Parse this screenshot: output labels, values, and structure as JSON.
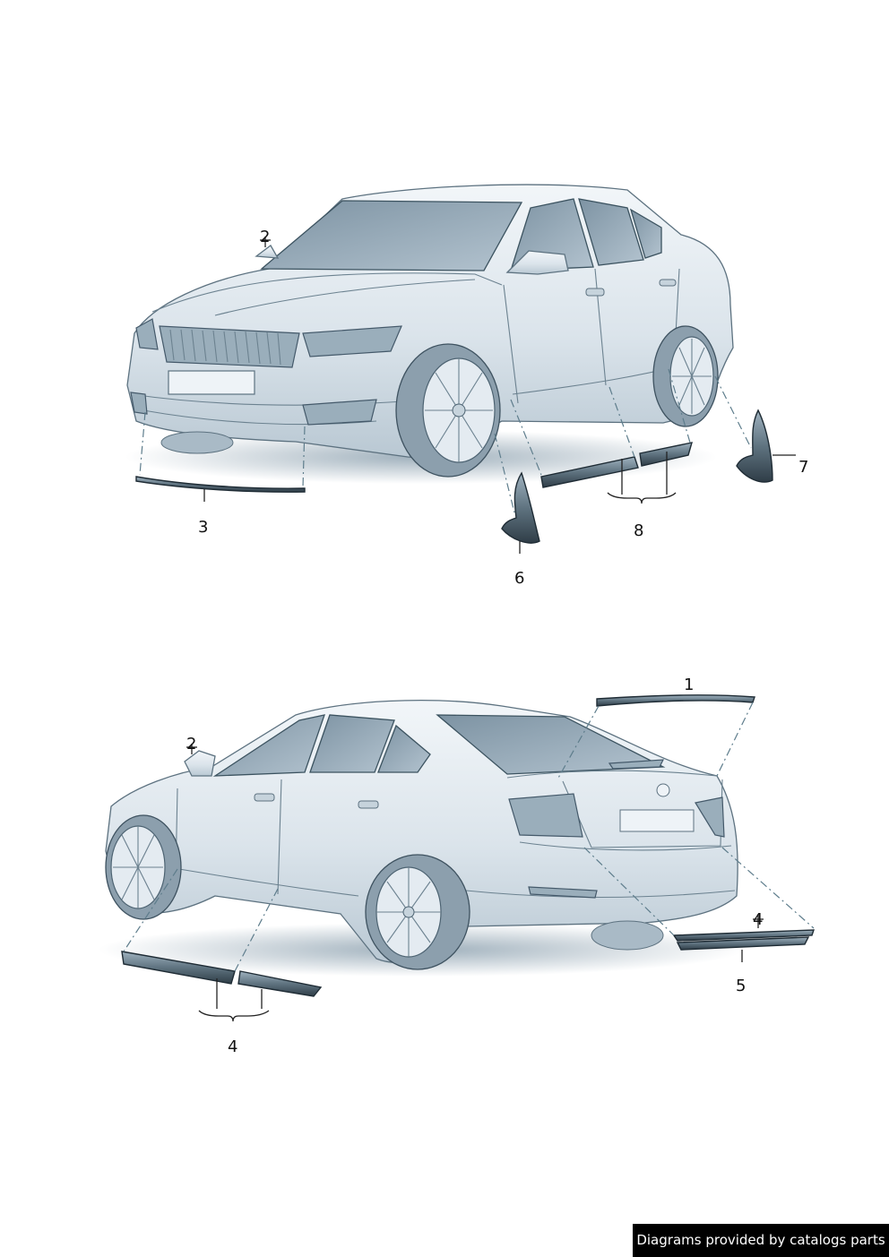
{
  "callouts": {
    "top": {
      "c2": "2",
      "c3": "3",
      "c6": "6",
      "c7": "7",
      "c8": "8"
    },
    "bottom": {
      "c1": "1",
      "c2": "2",
      "c4_side": "4",
      "c4_rear": "4",
      "c5": "5"
    }
  },
  "footer": {
    "text": "Diagrams provided by catalogs parts"
  },
  "colors": {
    "body": "#dfe7ee",
    "glass": "#8fa3b2",
    "part": "#3a4a55",
    "leader": "#5e7d8c"
  }
}
